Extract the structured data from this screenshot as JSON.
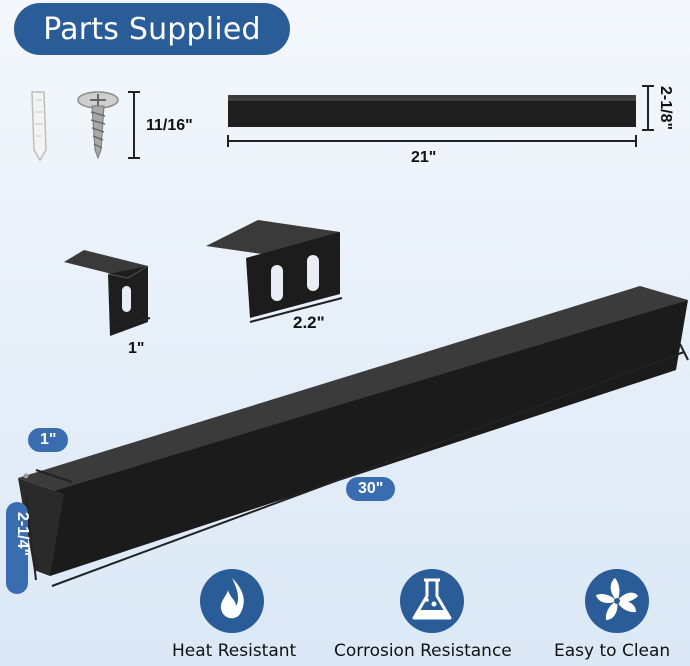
{
  "header": {
    "title": "Parts Supplied"
  },
  "dimensions": {
    "screw_length": "11/16\"",
    "strip_height": "2-1/8\"",
    "strip_length": "21\"",
    "small_bracket": "1\"",
    "large_bracket": "2.2\"",
    "long_bar_depth": "1\"",
    "long_bar_length": "30\"",
    "long_bar_height": "2-1/4\""
  },
  "features": [
    {
      "label": "Heat Resistant",
      "icon": "flame-icon"
    },
    {
      "label": "Corrosion Resistance",
      "icon": "flask-icon"
    },
    {
      "label": "Easy to Clean",
      "icon": "fan-icon"
    }
  ],
  "colors": {
    "accent": "#2a5d97",
    "badge": "#3a6db0",
    "metal": "#222222"
  }
}
